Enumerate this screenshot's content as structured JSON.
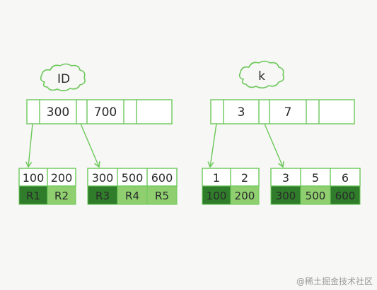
{
  "colors": {
    "line": "#6cc85a",
    "dark_cell": "#2f7d2a",
    "light_cell": "#8fcf6f",
    "text": "#2a2a2a"
  },
  "trees": [
    {
      "id": "primary",
      "label": "ID",
      "root_keys": [
        "300",
        "700"
      ],
      "leaves": [
        {
          "keys": [
            "100",
            "200"
          ],
          "values": [
            "R1",
            "R2"
          ],
          "value_tones": [
            "dark",
            "light"
          ]
        },
        {
          "keys": [
            "300",
            "500",
            "600"
          ],
          "values": [
            "R3",
            "R4",
            "R5"
          ],
          "value_tones": [
            "dark",
            "light",
            "light"
          ]
        }
      ]
    },
    {
      "id": "secondary",
      "label": "k",
      "root_keys": [
        "3",
        "7"
      ],
      "leaves": [
        {
          "keys": [
            "1",
            "2"
          ],
          "values": [
            "100",
            "200"
          ],
          "value_tones": [
            "dark",
            "light"
          ]
        },
        {
          "keys": [
            "3",
            "5",
            "6"
          ],
          "values": [
            "300",
            "500",
            "600"
          ],
          "value_tones": [
            "dark",
            "light",
            "dark"
          ]
        }
      ]
    }
  ],
  "watermark": "@稀土掘金技术社区"
}
